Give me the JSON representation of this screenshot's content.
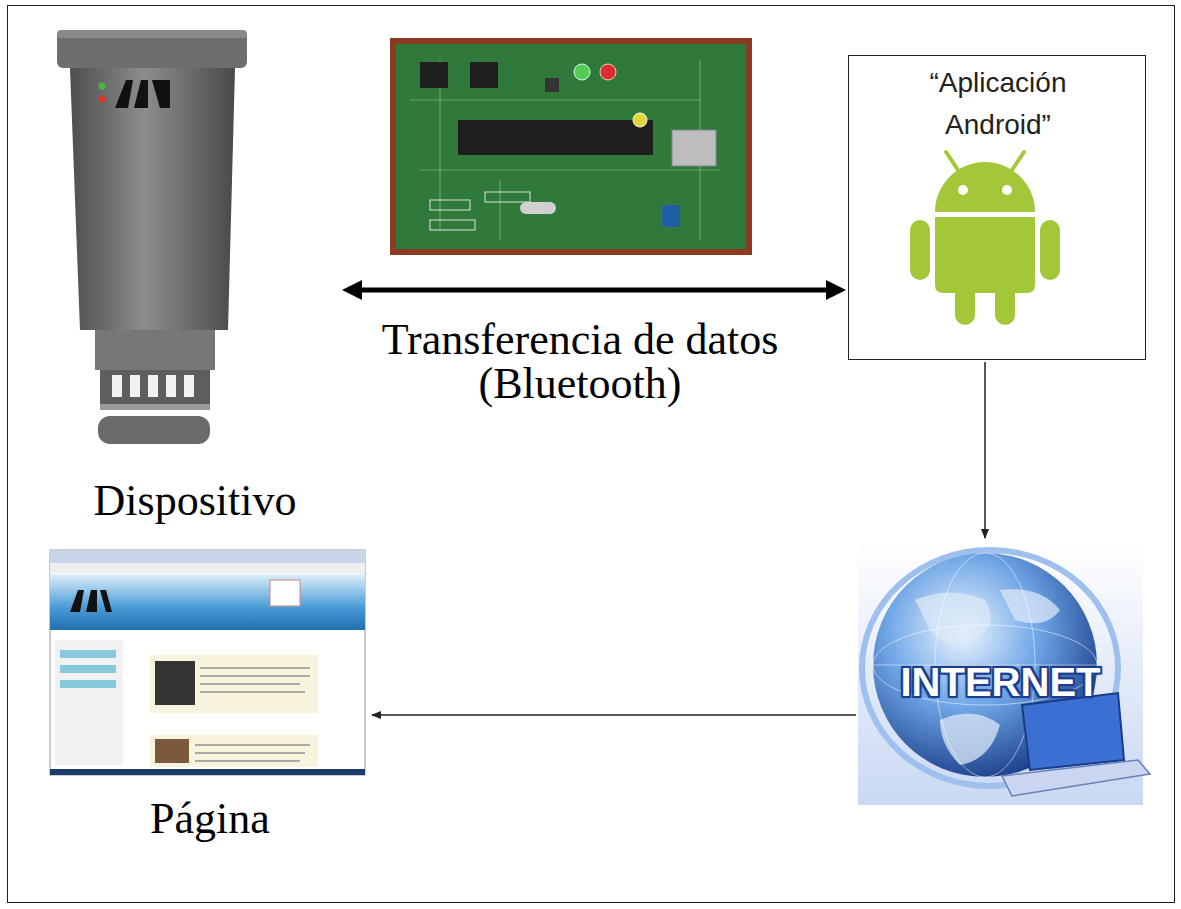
{
  "diagram": {
    "nodes": [
      {
        "text": [
          "Dispositivo"
        ]
      },
      {
        "text": [
          "“Aplicación Android”"
        ]
      },
      {
        "text": [
          "INTERNET"
        ]
      },
      {
        "text": [
          "Página"
        ]
      }
    ],
    "edges": [
      {
        "from": 0,
        "to": 1,
        "arrow": "both",
        "label": "Transferencia de datos (Bluetooth)"
      },
      {
        "from": 1,
        "to": 2,
        "arrow": "to"
      },
      {
        "from": 2,
        "to": 3,
        "arrow": "to"
      }
    ]
  }
}
